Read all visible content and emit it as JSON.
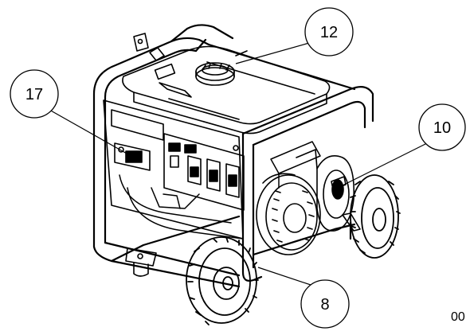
{
  "diagram": {
    "callouts": [
      {
        "id": "callout-12",
        "label": "12",
        "part": "fuel-cap"
      },
      {
        "id": "callout-17",
        "label": "17",
        "part": "control-panel-handle"
      },
      {
        "id": "callout-10",
        "label": "10",
        "part": "recoil-starter"
      },
      {
        "id": "callout-8",
        "label": "8",
        "part": "wheel"
      }
    ],
    "figure_id": "00"
  }
}
